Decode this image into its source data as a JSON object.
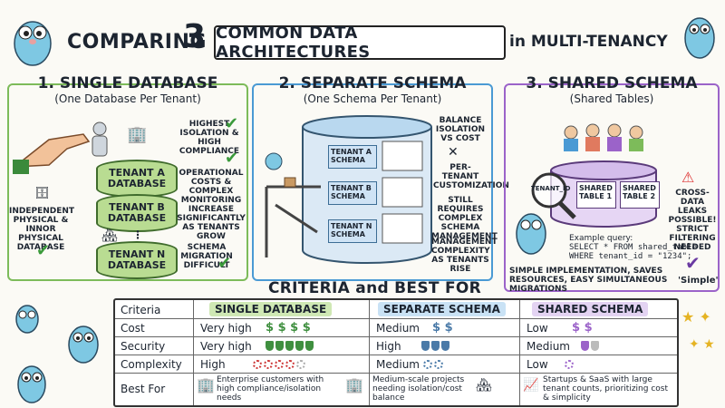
{
  "header": {
    "comparing": "COMPARING",
    "number": "3",
    "boxed": "COMMON DATA ARCHITECTURES",
    "tail": "in MULTI-TENANCY"
  },
  "panel1": {
    "title": "1. SINGLE DATABASE",
    "subtitle": "(One Database Per Tenant)",
    "db_a": "TENANT A DATABASE",
    "db_b": "TENANT B DATABASE",
    "db_n": "TENANT N DATABASE",
    "note_isolation": "HIGHEST ISOLATION & HIGH COMPLIANCE",
    "note_costs": "OPERATIONAL COSTS & COMPLEX MONITORING INCREASE SIGNIFICANTLY AS TENANTS GROW",
    "note_independent": "INDEPENDENT PHYSICAL & INNOR PHYSICAL DATABASE",
    "note_migration": "SCHEMA MIGRATION DIFFICULT"
  },
  "panel2": {
    "title": "2. SEPARATE SCHEMA",
    "subtitle": "(One Schema Per Tenant)",
    "schema_a": "TENANT A SCHEMA",
    "schema_b": "TENANT B SCHEMA",
    "schema_n": "TENANT N SCHEMA",
    "note_balance": "BALANCE ISOLATION vs COST",
    "note_custom": "PER-TENANT CUSTOMIZATION",
    "note_complex": "STILL REQUIRES COMPLEX SCHEMA MANAGEMENT",
    "note_mgmt": "MANAGEMENT COMPLEXITY AS TENANTS RISE"
  },
  "panel3": {
    "title": "3. SHARED SCHEMA",
    "subtitle": "(Shared Tables)",
    "tenant_id": "TENANT_ID",
    "shared_1": "SHARED TABLE 1",
    "shared_2": "SHARED TABLE 2",
    "note_leak": "CROSS-DATA LEAKS POSSIBLE! STRICT FILTERING NEEDED",
    "query_label": "Example query:",
    "query_line1": "SELECT * FROM shared_table",
    "query_line2": "WHERE tenant_id = \"1234\";",
    "note_simple": "SIMPLE IMPLEMENTATION, SAVES RESOURCES, EASY SIMULTANEOUS MIGRATIONS",
    "simple_tag": "'Simple'"
  },
  "criteria": {
    "title": "CRITERIA and BEST FOR",
    "col_criteria": "Criteria",
    "col_single": "SINGLE DATABASE",
    "col_separate": "SEPARATE SCHEMA",
    "col_shared": "SHARED SCHEMA",
    "rows": [
      {
        "label": "Cost",
        "single": "Very high",
        "separate": "Medium",
        "shared": "Low"
      },
      {
        "label": "Security",
        "single": "Very high",
        "separate": "High",
        "shared": "Medium"
      },
      {
        "label": "Complexity",
        "single": "High",
        "separate": "Medium",
        "shared": "Low"
      },
      {
        "label": "Best For",
        "single": "Enterprise customers with high compliance/isolation needs",
        "separate": "Medium-scale projects needing isolation/cost balance",
        "shared": "Startups & SaaS with large tenant counts, prioritizing cost & simplicity"
      }
    ]
  },
  "colors": {
    "green": "#7dbb5a",
    "blue": "#4a9ad4",
    "purple": "#9b63c9",
    "hdr_green": "#cfe8b4",
    "hdr_blue": "#c9e2f5",
    "hdr_purple": "#e3d3f2"
  }
}
